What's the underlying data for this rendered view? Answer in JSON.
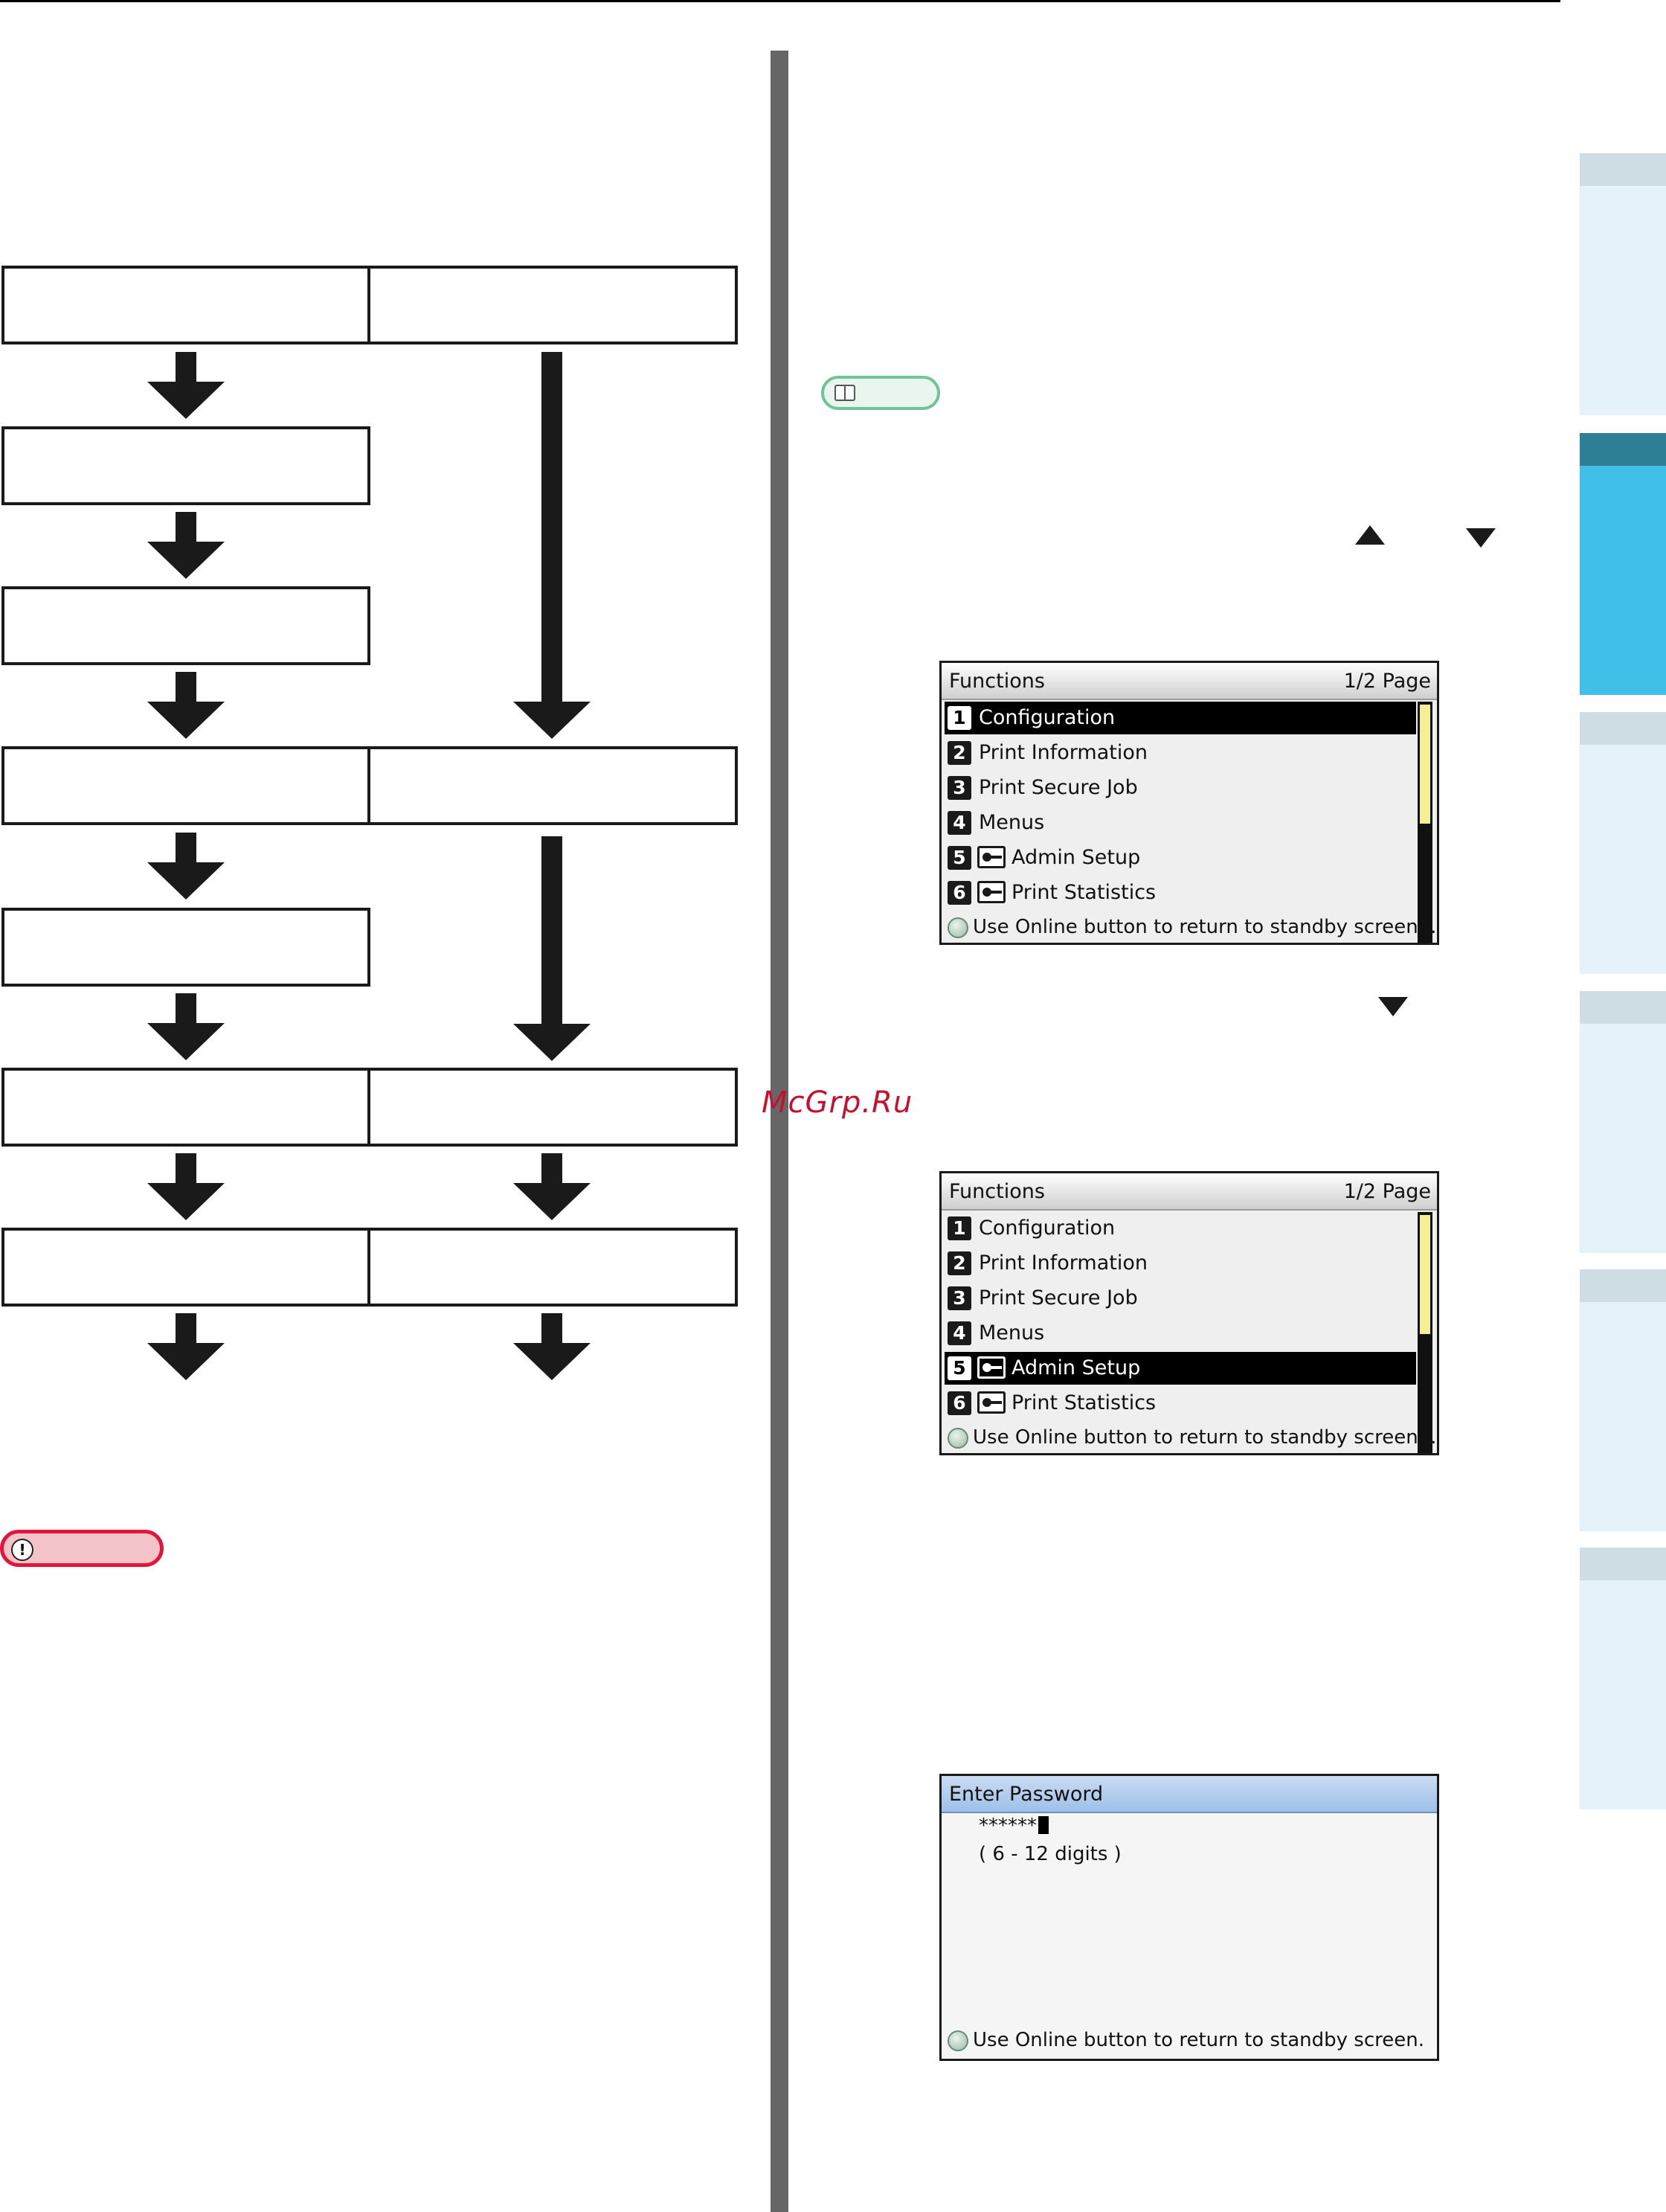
{
  "watermark": "McGrp.Ru",
  "screen1": {
    "title": "Functions",
    "page": "1/2 Page",
    "items": [
      {
        "num": "1",
        "label": "Configuration",
        "key": false
      },
      {
        "num": "2",
        "label": "Print Information",
        "key": false
      },
      {
        "num": "3",
        "label": "Print Secure Job",
        "key": false
      },
      {
        "num": "4",
        "label": "Menus",
        "key": false
      },
      {
        "num": "5",
        "label": "Admin Setup",
        "key": true
      },
      {
        "num": "6",
        "label": "Print Statistics",
        "key": true
      }
    ],
    "selected": "1",
    "footer": "Use Online button to return to standby screen..."
  },
  "screen2": {
    "title": "Functions",
    "page": "1/2 Page",
    "items": [
      {
        "num": "1",
        "label": "Configuration",
        "key": false
      },
      {
        "num": "2",
        "label": "Print Information",
        "key": false
      },
      {
        "num": "3",
        "label": "Print Secure Job",
        "key": false
      },
      {
        "num": "4",
        "label": "Menus",
        "key": false
      },
      {
        "num": "5",
        "label": "Admin Setup",
        "key": true
      },
      {
        "num": "6",
        "label": "Print Statistics",
        "key": true
      }
    ],
    "selected": "5",
    "footer": "Use Online button to return to standby screen..."
  },
  "screen3": {
    "title": "Enter Password",
    "value": "******",
    "hint": "( 6 - 12 digits )",
    "footer": "Use Online button to return to standby screen."
  },
  "icons": {
    "ref": "book-icon",
    "note": "exclamation-icon",
    "note_mark": "!"
  },
  "colors": {
    "active_tab": "#40c0e8",
    "ref_tag": "#6ec49b",
    "note_tag": "#e0163d",
    "watermark": "#c8102e"
  }
}
